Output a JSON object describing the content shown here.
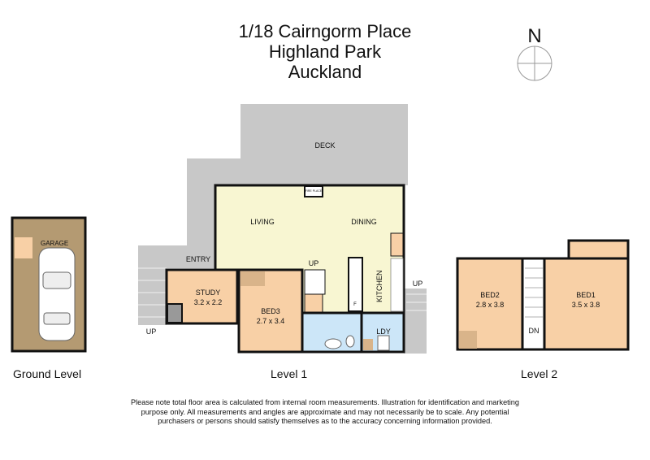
{
  "title": {
    "line1": "1/18 Cairngorm Place",
    "line2": "Highland Park",
    "line3": "Auckland"
  },
  "compass": {
    "label": "N"
  },
  "levels": {
    "ground": "Ground Level",
    "level1": "Level 1",
    "level2": "Level 2"
  },
  "rooms": {
    "deck": "DECK",
    "fireplace": "FIRE PLACE",
    "living": "LIVING",
    "dining": "DINING",
    "entry": "ENTRY",
    "study": {
      "name": "STUDY",
      "size": "3.2 x 2.2"
    },
    "bed3": {
      "name": "BED3",
      "size": "2.7 x 3.4"
    },
    "kitchen": "KITCHEN",
    "fridge": "F",
    "ldy": "LDY",
    "garage": "GARAGE",
    "bed2": {
      "name": "BED2",
      "size": "2.8 x 3.8"
    },
    "bed1": {
      "name": "BED1",
      "size": "3.5 x 3.8"
    }
  },
  "stairs": {
    "up1": "UP",
    "up2": "UP",
    "up3": "UP",
    "dn": "DN"
  },
  "colors": {
    "deck": "#c8c8c8",
    "living": "#f8f6d2",
    "bedroom": "#f8d0a6",
    "wet": "#cce6f8",
    "garage": "#b49a72",
    "wall": "#111111"
  },
  "disclaimer": "Please note total floor area is calculated from internal room measurements.  Illustration for identification and marketing purpose only.  All measurements and angles are approximate and may not necessarily be to scale. Any potential purchasers or persons should satisfy themselves as to the accuracy concerning information provided."
}
